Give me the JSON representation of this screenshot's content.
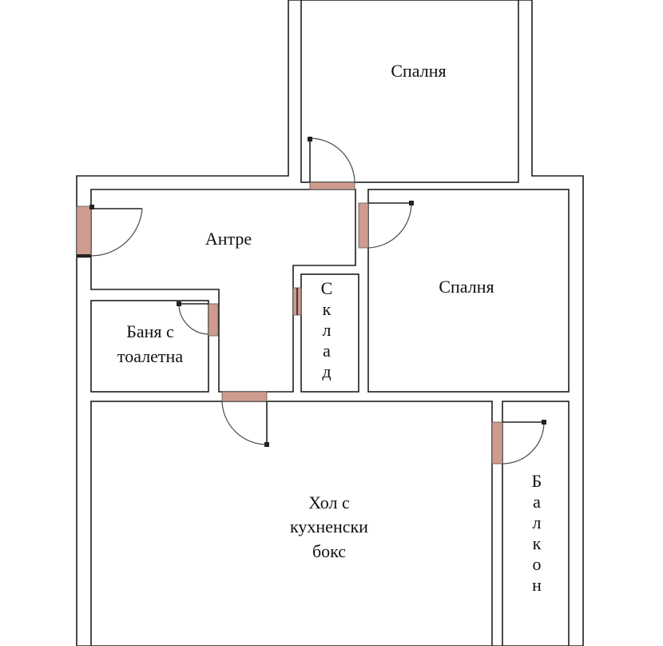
{
  "rooms": {
    "bedroom_top": "Спалня",
    "hallway": "Антре",
    "bedroom_right": "Спалня",
    "bathroom_line1": "Баня с",
    "bathroom_line2": "тоалетна",
    "storage_letters": [
      "С",
      "к",
      "л",
      "а",
      "д"
    ],
    "living_line1": "Хол с",
    "living_line2": "кухненски",
    "living_line3": "бокс",
    "balcony_letters": [
      "Б",
      "а",
      "л",
      "к",
      "о",
      "н"
    ]
  },
  "colors": {
    "door": "#cf9b8f",
    "wall_line": "#1e1e1e"
  }
}
